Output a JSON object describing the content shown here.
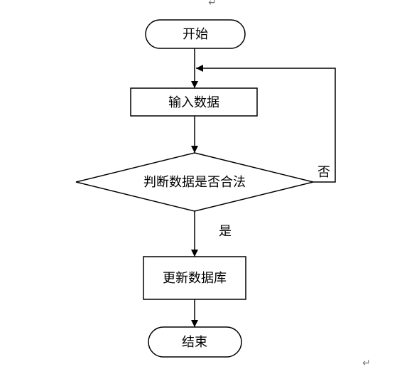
{
  "flowchart": {
    "start": {
      "label": "开始"
    },
    "input": {
      "label": "输入数据"
    },
    "decision": {
      "label": "判断数据是否合法"
    },
    "update": {
      "label": "更新数据库"
    },
    "end": {
      "label": "结束"
    },
    "edges": {
      "no_label": "否",
      "yes_label": "是"
    }
  },
  "marks": {
    "paragraph_top": "↵",
    "paragraph_bottom": "↵"
  }
}
